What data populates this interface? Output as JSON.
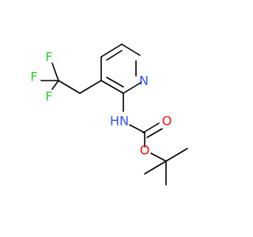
{
  "molecule": {
    "atoms": [
      {
        "id": "F1",
        "label": "F"
      },
      {
        "id": "F2",
        "label": "F"
      },
      {
        "id": "F3",
        "label": "F"
      },
      {
        "id": "N_ring",
        "label": "N"
      },
      {
        "id": "N_amide",
        "label": "N"
      },
      {
        "id": "H_amide",
        "label": "H"
      },
      {
        "id": "O_carbonyl",
        "label": "O"
      },
      {
        "id": "O_ester",
        "label": "O"
      }
    ],
    "colors": {
      "carbon_bond": "#000000",
      "fluorine": "#33cc33",
      "nitrogen": "#3050f8",
      "oxygen": "#ff0d0d"
    }
  }
}
